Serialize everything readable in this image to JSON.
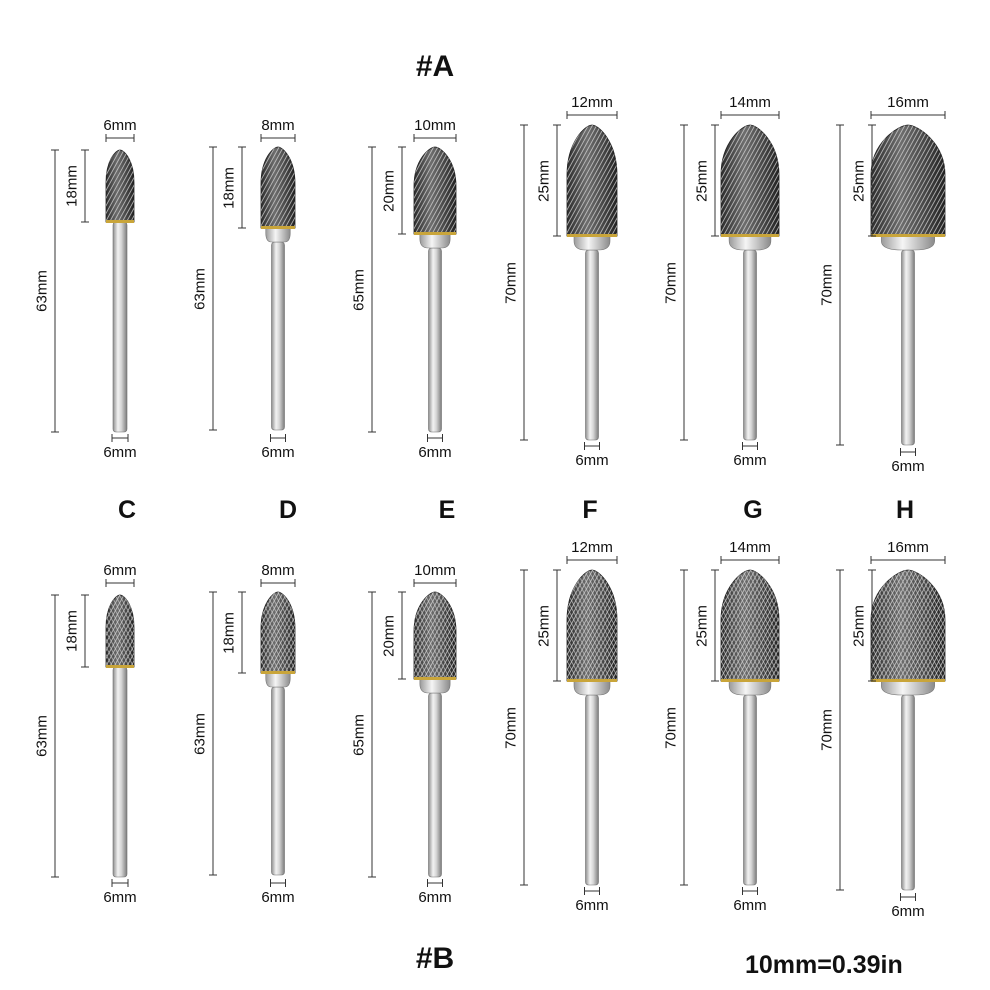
{
  "header_top": "#A",
  "header_bottom": "#B",
  "conversion_note": "10mm=0.39in",
  "column_letters": [
    "C",
    "D",
    "E",
    "F",
    "G",
    "H"
  ],
  "colors": {
    "shank": "#c9c9c9",
    "head": "#4a4a4a",
    "gold_ring": "#c9a53a",
    "dimension_line": "#333333"
  },
  "set_a": [
    {
      "head_diameter": "6mm",
      "head_length": "18mm",
      "total_length": "63mm",
      "shank_diameter": "6mm",
      "cut": "single"
    },
    {
      "head_diameter": "8mm",
      "head_length": "18mm",
      "total_length": "63mm",
      "shank_diameter": "6mm",
      "cut": "single"
    },
    {
      "head_diameter": "10mm",
      "head_length": "20mm",
      "total_length": "65mm",
      "shank_diameter": "6mm",
      "cut": "single"
    },
    {
      "head_diameter": "12mm",
      "head_length": "25mm",
      "total_length": "70mm",
      "shank_diameter": "6mm",
      "cut": "single"
    },
    {
      "head_diameter": "14mm",
      "head_length": "25mm",
      "total_length": "70mm",
      "shank_diameter": "6mm",
      "cut": "single"
    },
    {
      "head_diameter": "16mm",
      "head_length": "25mm",
      "total_length": "70mm",
      "shank_diameter": "6mm",
      "cut": "single"
    }
  ],
  "set_b": [
    {
      "head_diameter": "6mm",
      "head_length": "18mm",
      "total_length": "63mm",
      "shank_diameter": "6mm",
      "cut": "double"
    },
    {
      "head_diameter": "8mm",
      "head_length": "18mm",
      "total_length": "63mm",
      "shank_diameter": "6mm",
      "cut": "double"
    },
    {
      "head_diameter": "10mm",
      "head_length": "20mm",
      "total_length": "65mm",
      "shank_diameter": "6mm",
      "cut": "double"
    },
    {
      "head_diameter": "12mm",
      "head_length": "25mm",
      "total_length": "70mm",
      "shank_diameter": "6mm",
      "cut": "double"
    },
    {
      "head_diameter": "14mm",
      "head_length": "25mm",
      "total_length": "70mm",
      "shank_diameter": "6mm",
      "cut": "double"
    },
    {
      "head_diameter": "16mm",
      "head_length": "25mm",
      "total_length": "70mm",
      "shank_diameter": "6mm",
      "cut": "double"
    }
  ]
}
